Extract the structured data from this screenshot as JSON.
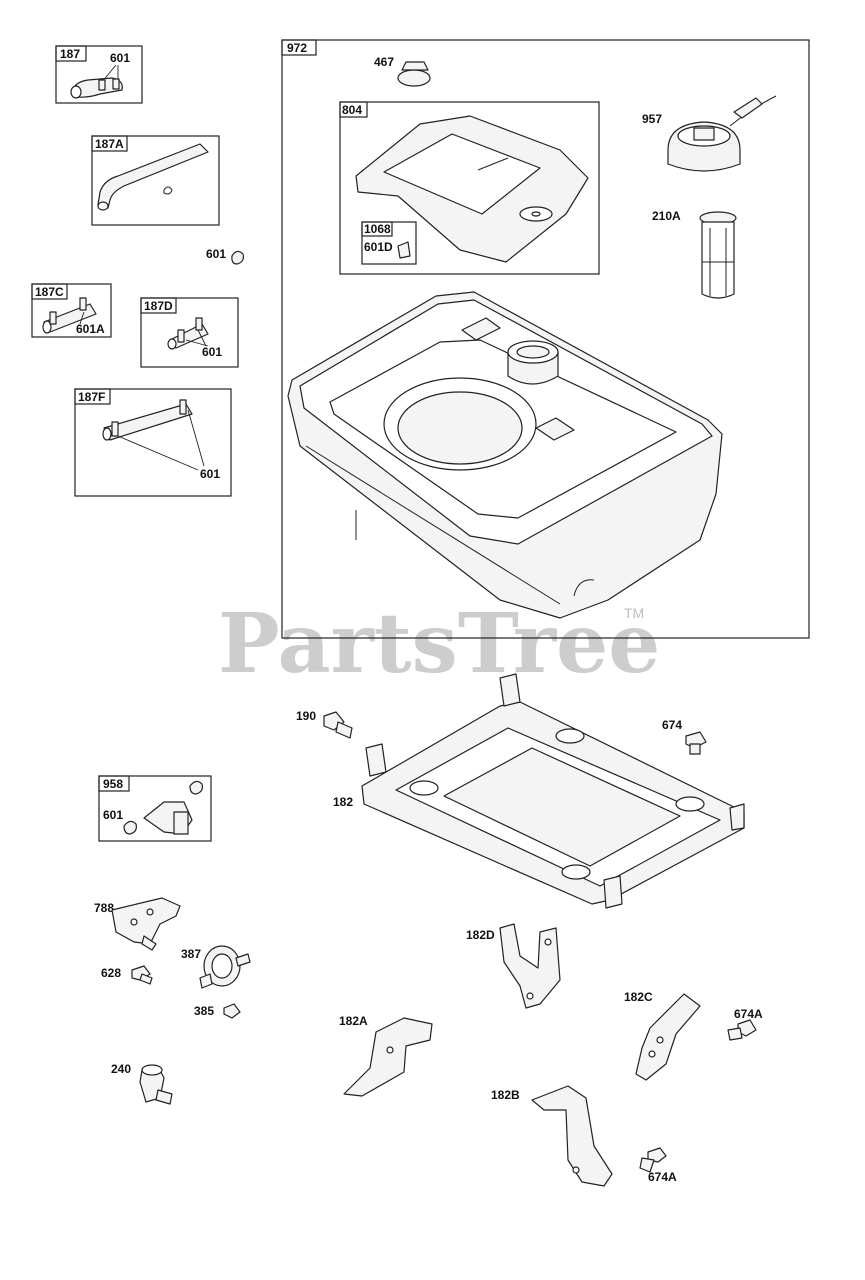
{
  "watermark": {
    "text": "PartsTree",
    "tm": "TM"
  },
  "boxes": {
    "b187": "187",
    "b187A": "187A",
    "b187C": "187C",
    "b187D": "187D",
    "b187F": "187F",
    "b972": "972",
    "b804": "804",
    "b1068": "1068",
    "b958": "958"
  },
  "callouts": {
    "c601_187": "601",
    "c601_loose": "601",
    "c601A": "601A",
    "c601_187D": "601",
    "c601_187F": "601",
    "c467": "467",
    "c957": "957",
    "c210A": "210A",
    "c601D": "601D",
    "c190": "190",
    "c674": "674",
    "c182": "182",
    "c601_958": "601",
    "c788": "788",
    "c387": "387",
    "c628": "628",
    "c385": "385",
    "c240": "240",
    "c182D": "182D",
    "c182C": "182C",
    "c674A_1": "674A",
    "c182A": "182A",
    "c182B": "182B",
    "c674A_2": "674A"
  }
}
